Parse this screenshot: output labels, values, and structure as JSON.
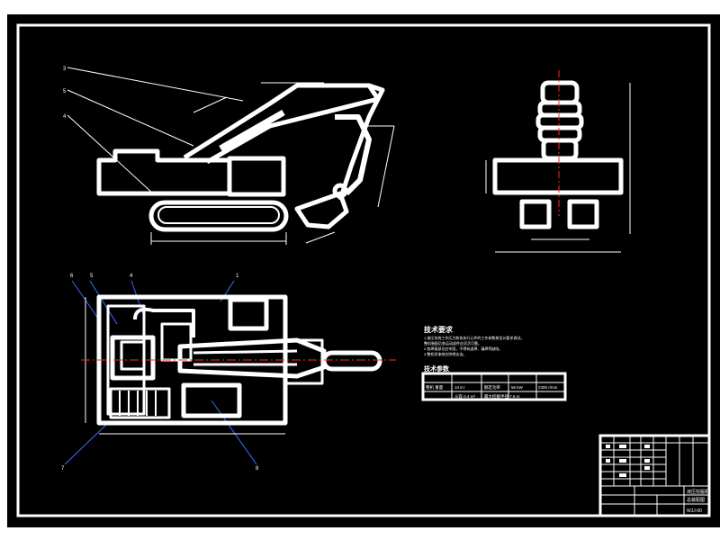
{
  "drawing": {
    "colors": {
      "paper": "#ffffff",
      "background": "#000000",
      "outline": "#ffffff",
      "centerline": "#ff2a2a",
      "leader": "#3b6cff"
    },
    "leader_labels": {
      "side_view": [
        "3",
        "5",
        "4"
      ],
      "plan_view": [
        "6",
        "5",
        "4",
        "1",
        "7",
        "8"
      ]
    },
    "tech_requirements": {
      "title": "技术要求",
      "lines": [
        "1.液压系统工作压力和各执行元件的工作参数按设计要求调试。",
        "  整机装配后各运动部件应灵活可靠。",
        "2.各焊接部位应牢固，不得有虚焊、漏焊等缺陷。",
        "3.整机涂漆前应除锈去油。"
      ]
    },
    "params_table": {
      "title": "技术参数",
      "rows": [
        [
          "",
          "",
          "",
          "",
          ""
        ],
        [
          "整机 重量",
          "10.8 t",
          "额定功率",
          "56 kW",
          "2300 r/min"
        ],
        [
          "",
          "斗容 0.4 m³",
          "最大挖掘半径 7.8 m",
          "",
          ""
        ]
      ]
    },
    "title_block": {
      "drawing_name": "液压挖掘机",
      "sheet": "总装配图",
      "drawing_no": "WJJ-00"
    }
  }
}
